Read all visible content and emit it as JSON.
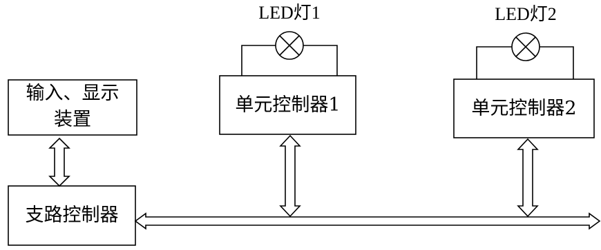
{
  "io_box": {
    "line1": "输入、显示",
    "line2": "装置"
  },
  "branch_controller": {
    "label": "支路控制器"
  },
  "unit_controller_1": {
    "label": "单元控制器1"
  },
  "unit_controller_2": {
    "label": "单元控制器2"
  },
  "led_1": {
    "label": "LED灯1"
  },
  "led_2": {
    "label": "LED灯2"
  }
}
